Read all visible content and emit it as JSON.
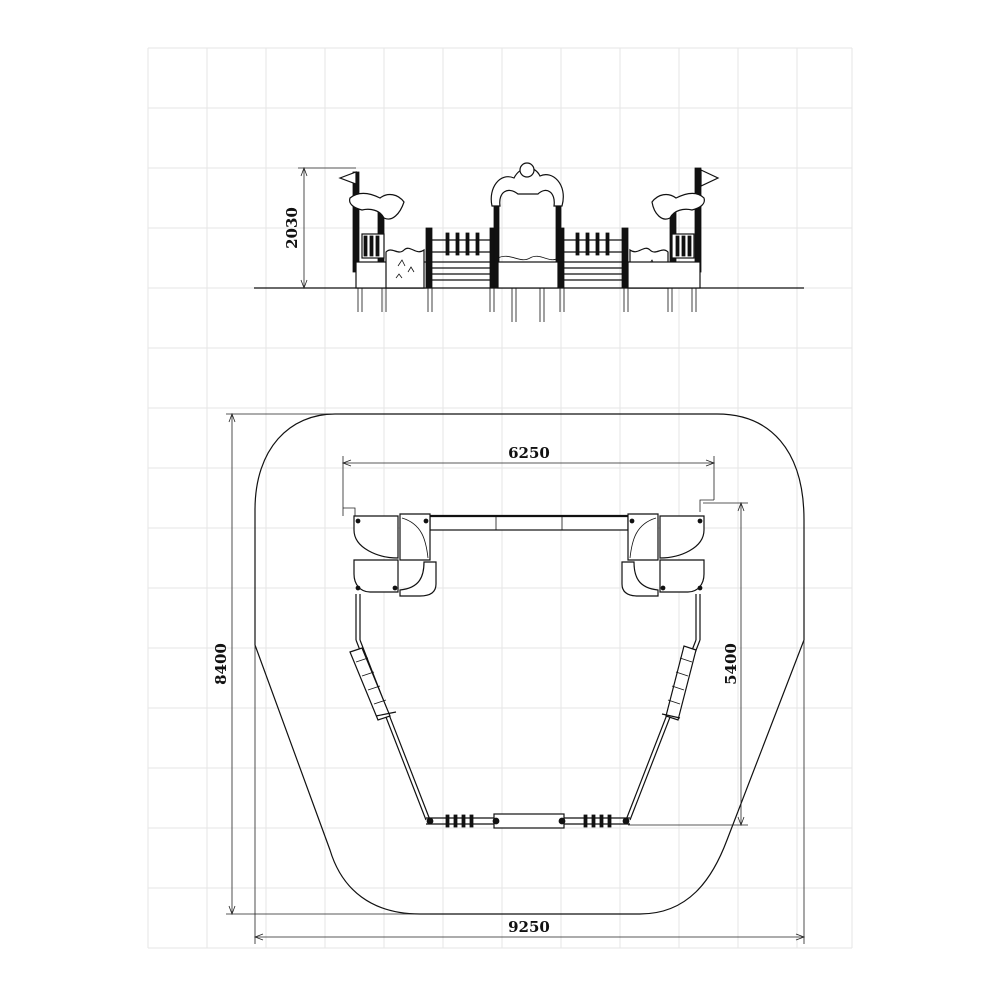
{
  "dimensions": {
    "height": "2030",
    "width_inner": "6250",
    "depth_inner": "5400",
    "depth_total": "8400",
    "width_total": "9250"
  },
  "colors": {
    "ink": "#111111",
    "grid": "#e6e6e6",
    "background": "#ffffff"
  }
}
